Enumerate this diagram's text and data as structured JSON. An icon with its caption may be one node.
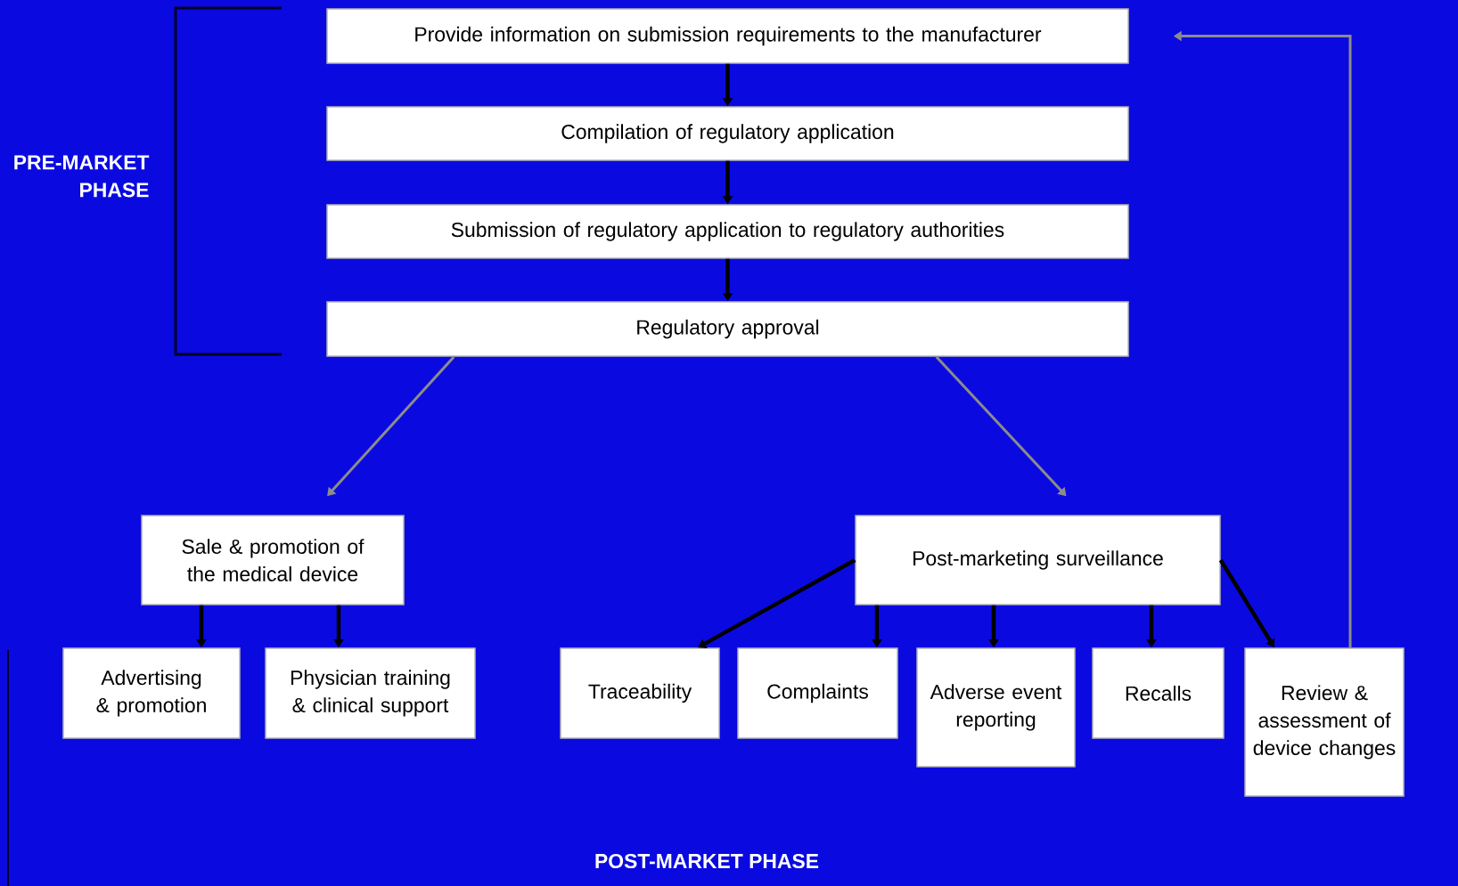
{
  "diagram": {
    "nodes": [
      {
        "text": [
          "Provide information on submission requirements to the manufacturer"
        ]
      },
      {
        "text": [
          "Compilation of regulatory application"
        ]
      },
      {
        "text": [
          "Submission of regulatory application to regulatory authorities"
        ]
      },
      {
        "text": [
          "Regulatory approval"
        ]
      },
      {
        "text": [
          "Sale & promotion of the medical device"
        ]
      },
      {
        "text": [
          "Post-marketing surveillance"
        ]
      },
      {
        "text": [
          "Advertising & promotion"
        ]
      },
      {
        "text": [
          "Physician training & clinical support"
        ]
      },
      {
        "text": [
          "Traceability"
        ]
      },
      {
        "text": [
          "Complaints"
        ]
      },
      {
        "text": [
          "Adverse event reporting"
        ]
      },
      {
        "text": [
          "Recalls"
        ]
      },
      {
        "text": [
          "Review & assessment of device changes"
        ]
      }
    ],
    "edges": [
      {
        "from": 0,
        "to": 1,
        "arrow": "to"
      },
      {
        "from": 1,
        "to": 2,
        "arrow": "to"
      },
      {
        "from": 2,
        "to": 3,
        "arrow": "to"
      },
      {
        "from": 3,
        "to": 4,
        "arrow": "to",
        "color": "#8c8c8c"
      },
      {
        "from": 3,
        "to": 5,
        "arrow": "to",
        "color": "#8c8c8c"
      },
      {
        "from": 4,
        "to": 6,
        "arrow": "to"
      },
      {
        "from": 4,
        "to": 7,
        "arrow": "to"
      },
      {
        "from": 5,
        "to": 8,
        "arrow": "to"
      },
      {
        "from": 5,
        "to": 9,
        "arrow": "to"
      },
      {
        "from": 5,
        "to": 10,
        "arrow": "to"
      },
      {
        "from": 5,
        "to": 11,
        "arrow": "to"
      },
      {
        "from": 5,
        "to": 12,
        "arrow": "to"
      },
      {
        "from": 12,
        "to": 0,
        "arrow": "to",
        "color": "#8c8c8c"
      }
    ],
    "labels": [
      "PRE-MARKET PHASE",
      "POST-MARKET PHASE"
    ]
  }
}
